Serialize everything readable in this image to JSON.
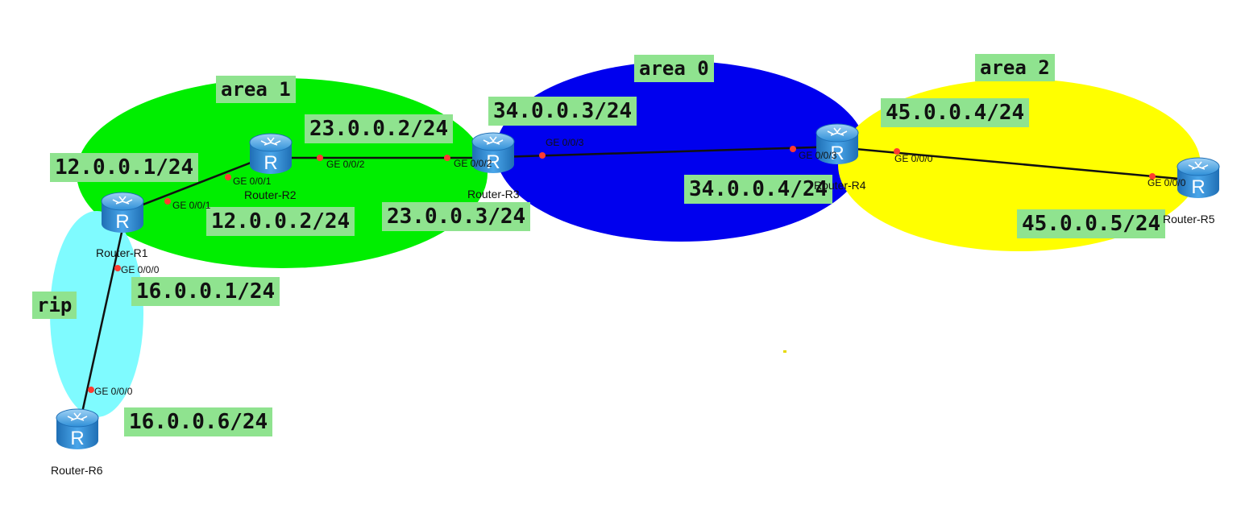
{
  "areas": {
    "area1": "area 1",
    "area0": "area 0",
    "area2": "area 2",
    "rip": "rip"
  },
  "colors": {
    "area1": "#00ee00",
    "area0": "#0000ee",
    "area2": "#ffff00",
    "rip": "#7ffbff",
    "label_bg": "#8fe38f",
    "link": "#111111",
    "port_dot": "#ff3b30",
    "router_body": "#2f8fd8"
  },
  "routers": {
    "r1": "Router-R1",
    "r2": "Router-R2",
    "r3": "Router-R3",
    "r4": "Router-R4",
    "r5": "Router-R5",
    "r6": "Router-R6"
  },
  "ips": {
    "r1_r2_r1": "12.0.0.1/24",
    "r1_r2_r2": "12.0.0.2/24",
    "r2_r3_r2": "23.0.0.2/24",
    "r2_r3_r3": "23.0.0.3/24",
    "r3_r4_r3": "34.0.0.3/24",
    "r3_r4_r4": "34.0.0.4/24",
    "r4_r5_r4": "45.0.0.4/24",
    "r4_r5_r5": "45.0.0.5/24",
    "r1_r6_r1": "16.0.0.1/24",
    "r1_r6_r6": "16.0.0.6/24"
  },
  "ports": {
    "r1_to_r2": "GE 0/0/1",
    "r2_to_r1": "GE 0/0/1",
    "r2_to_r3": "GE 0/0/2",
    "r3_to_r2": "GE 0/0/2",
    "r3_to_r4": "GE 0/0/3",
    "r4_to_r3": "GE 0/0/3",
    "r4_to_r5": "GE 0/0/0",
    "r5_to_r4": "GE 0/0/0",
    "r1_to_r6": "GE 0/0/0",
    "r6_to_r1": "GE 0/0/0"
  },
  "router_icon": "router-icon"
}
